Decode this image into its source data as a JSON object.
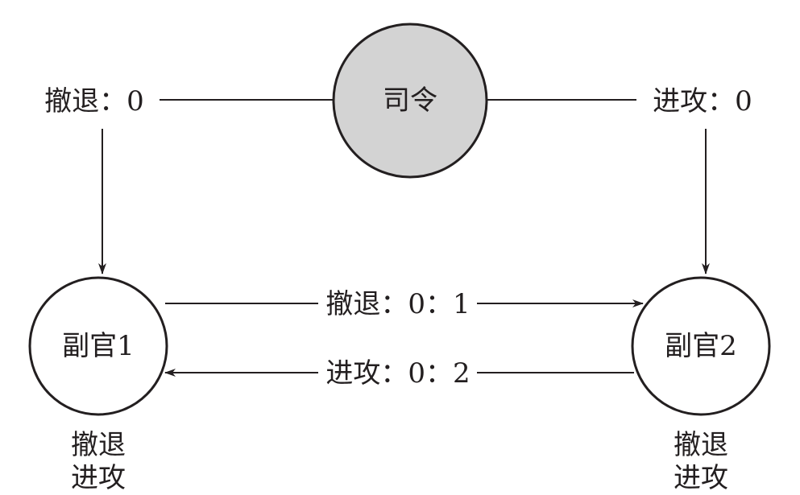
{
  "nodes": {
    "commander": {
      "label": "司令",
      "fill": "#d3d3d3"
    },
    "lieutenant1": {
      "label": "副官1",
      "decisions": [
        "撤退",
        "进攻"
      ]
    },
    "lieutenant2": {
      "label": "副官2",
      "decisions": [
        "撤退",
        "进攻"
      ]
    }
  },
  "edges": {
    "commander_to_l1": "撤退：0",
    "commander_to_l2": "进攻：0",
    "l1_to_l2": "撤退：0：1",
    "l2_to_l1": "进攻：0：2"
  },
  "colors": {
    "stroke": "#231f20"
  }
}
